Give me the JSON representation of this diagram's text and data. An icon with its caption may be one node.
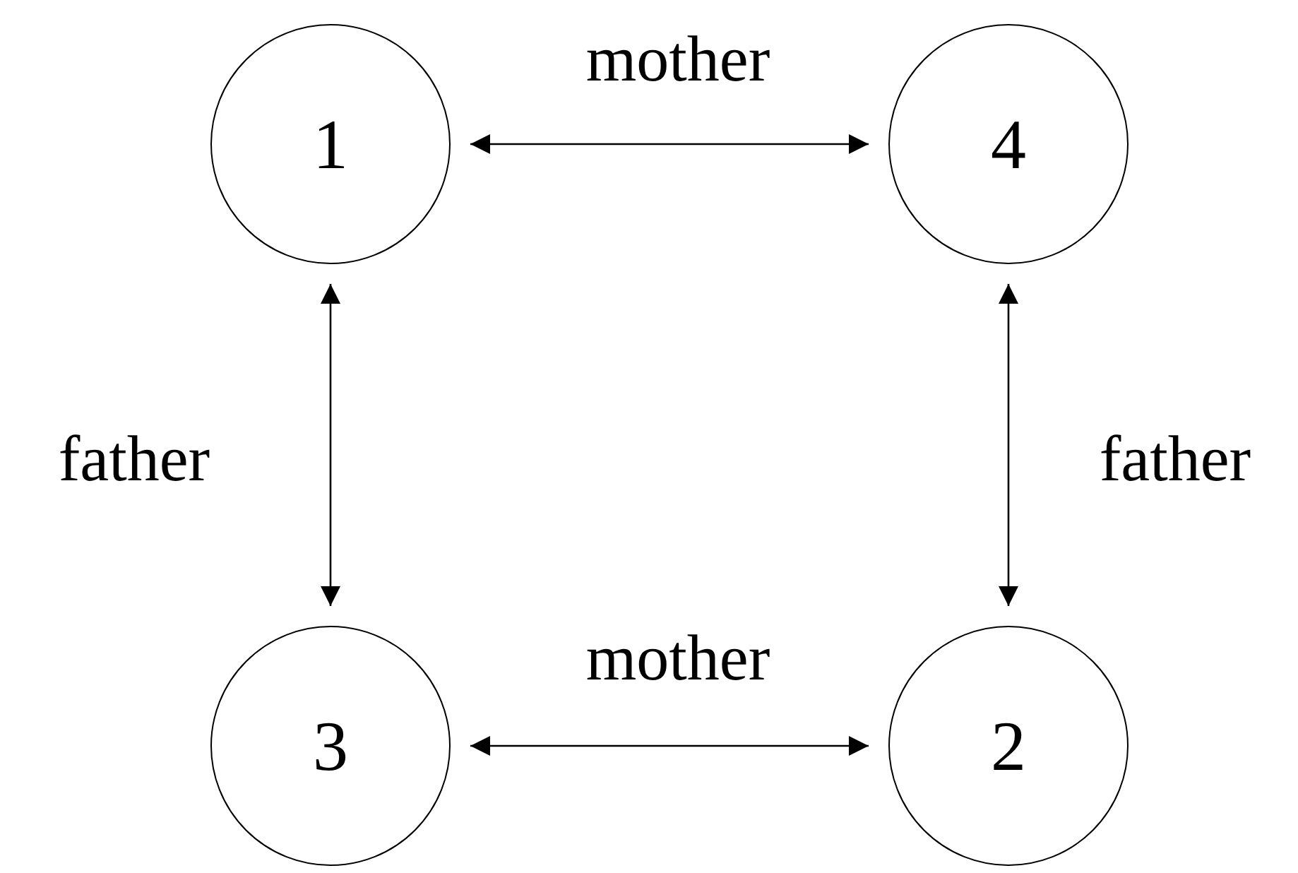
{
  "diagram": {
    "nodes": [
      {
        "text": [
          "1"
        ]
      },
      {
        "text": [
          "4"
        ]
      },
      {
        "text": [
          "3"
        ]
      },
      {
        "text": [
          "2"
        ]
      }
    ],
    "edges": [
      {
        "from": 0,
        "to": 1,
        "arrow": "both",
        "label": "mother"
      },
      {
        "from": 0,
        "to": 2,
        "arrow": "both",
        "label": "father"
      },
      {
        "from": 1,
        "to": 3,
        "arrow": "both",
        "label": "father"
      },
      {
        "from": 2,
        "to": 3,
        "arrow": "both",
        "label": "mother"
      }
    ]
  }
}
